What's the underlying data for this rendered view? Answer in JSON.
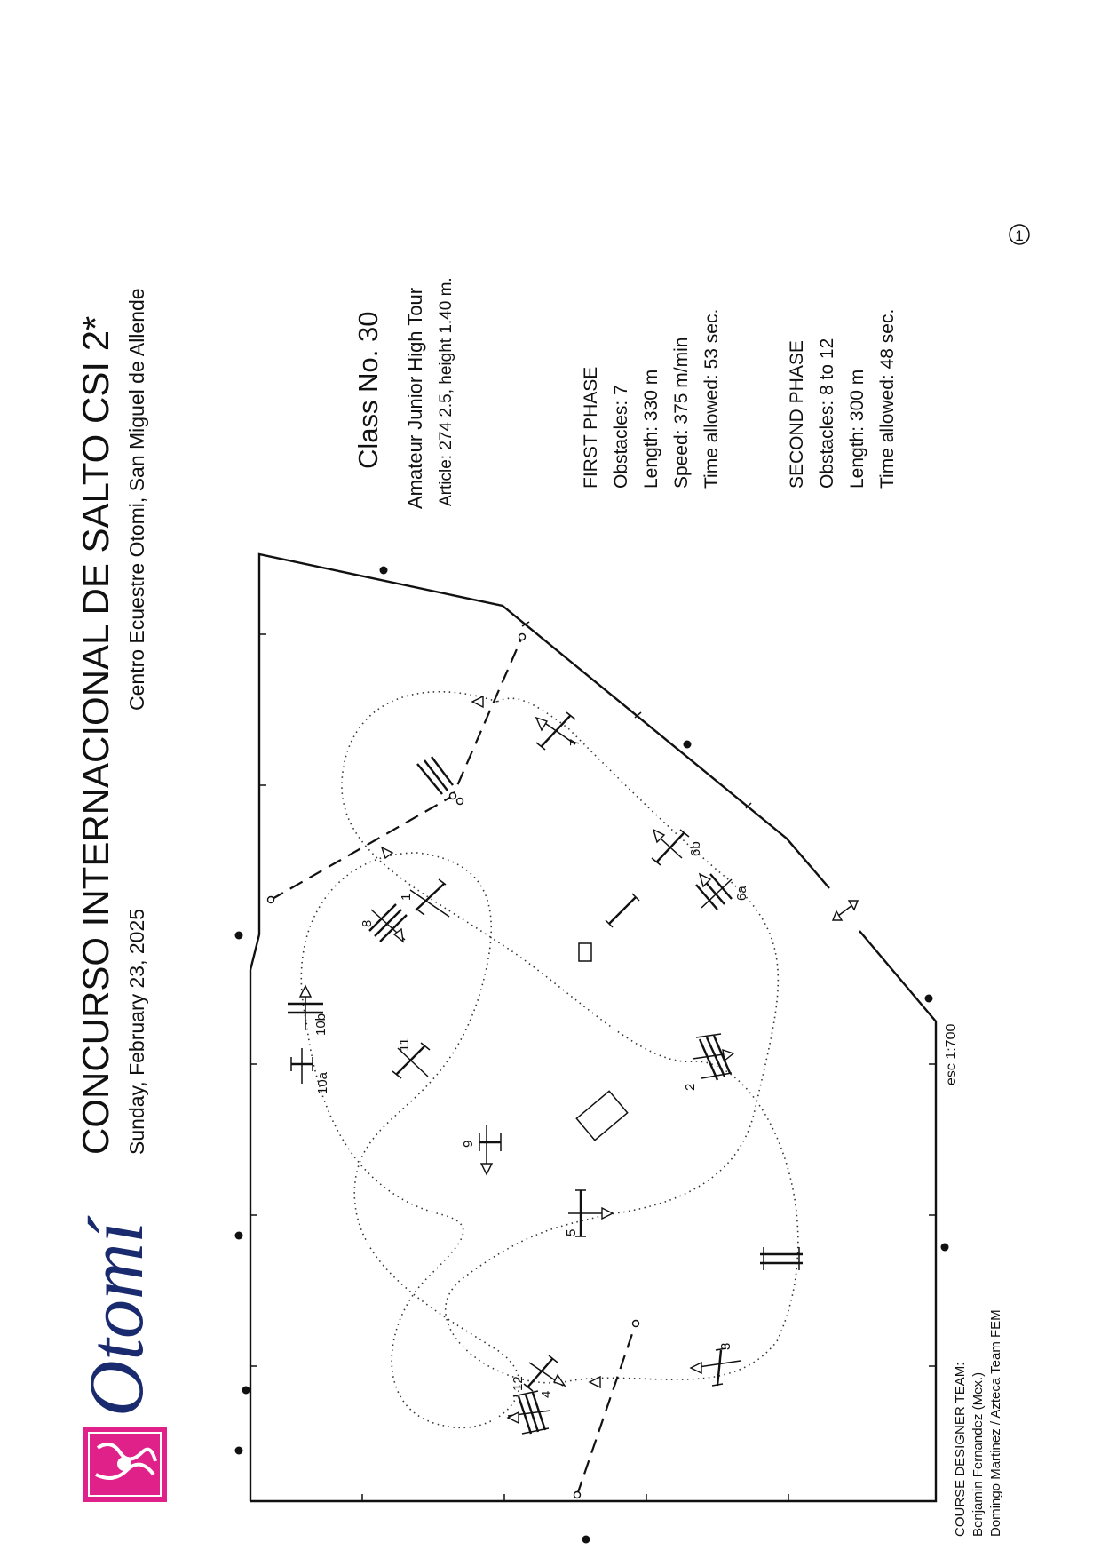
{
  "header": {
    "title": "CONCURSO INTERNACIONAL DE SALTO CSI 2*",
    "date": "Sunday, February 23, 2025",
    "venue": "Centro Ecuestre Otomi, San Miguel de Allende"
  },
  "logo": {
    "text": "Otomí",
    "color": "#1a2a6e",
    "emblem_color": "#e0218a"
  },
  "class_info": {
    "class_no": "Class No. 30",
    "name": "Amateur Junior High Tour",
    "article": "Article: 274 2.5, height 1.40 m."
  },
  "first_phase": {
    "title": "FIRST PHASE",
    "obstacles": "Obstacles: 7",
    "length": "Length: 330 m",
    "speed": "Speed: 375 m/min",
    "time": "Time allowed: 53 sec."
  },
  "second_phase": {
    "title": "SECOND PHASE",
    "obstacles": "Obstacles: 8 to 12",
    "length": "Length: 300 m",
    "time": "Time allowed: 48 sec."
  },
  "page_number": "1",
  "scale": "esc 1:700",
  "designer": {
    "title": "COURSE DESIGNER TEAM:",
    "line1": "Benjamin Fernandez (Mex.)",
    "line2": "Domingo Martinez / Azteca Team FEM"
  },
  "obstacles": {
    "o1": "1",
    "o2": "2",
    "o3": "3",
    "o4": "4",
    "o5": "5",
    "o6a": "6a",
    "o6b": "6b",
    "o7": "7",
    "o8": "8",
    "o9": "9",
    "o10a": "10a",
    "o10b": "10b",
    "o11": "11",
    "o12": "12"
  }
}
